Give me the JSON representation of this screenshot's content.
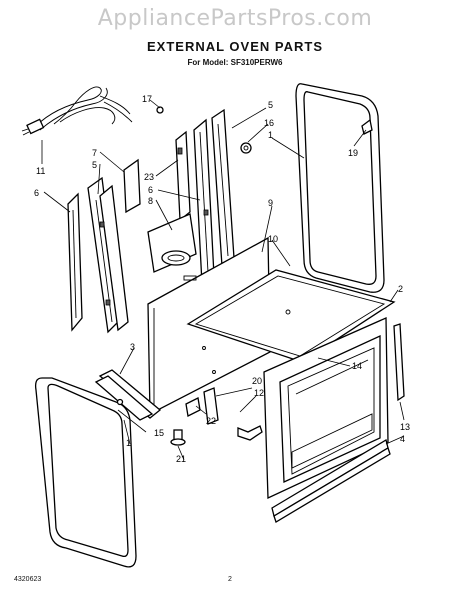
{
  "watermark": "AppliancePartsPros.com",
  "title": "EXTERNAL OVEN PARTS",
  "subtitle": "For Model: SF310PERW6",
  "footer": {
    "doc_number": "4320623",
    "page_number": "2"
  },
  "callouts": {
    "c1_upper": "1",
    "c1_lower": "1",
    "c2": "2",
    "c3": "3",
    "c4": "4",
    "c5_left": "5",
    "c5_right": "5",
    "c6_left": "6",
    "c6_mid": "6",
    "c7": "7",
    "c8": "8",
    "c9": "9",
    "c10": "10",
    "c11": "11",
    "c12": "12",
    "c13": "13",
    "c14": "14",
    "c15": "15",
    "c16": "16",
    "c17": "17",
    "c19": "19",
    "c20": "20",
    "c21": "21",
    "c22": "22",
    "c23": "23"
  }
}
